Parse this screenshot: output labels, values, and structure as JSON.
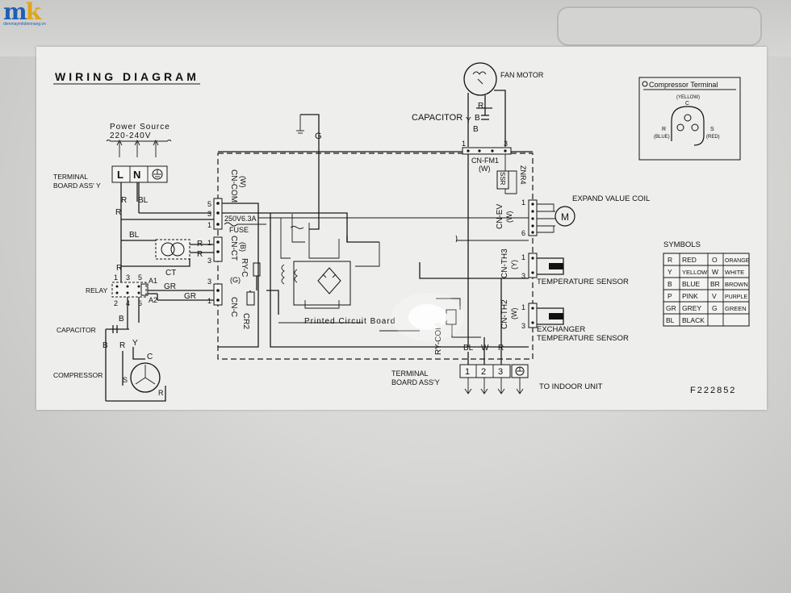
{
  "watermark": {
    "brand": "mk",
    "site": "dienmaymitdiennang.vn"
  },
  "diagram": {
    "title": "WIRING DIAGRAM",
    "power_source": {
      "label": "Power Source",
      "voltage": "220-240V"
    },
    "terminal_board_left": {
      "label_line1": "TERMINAL",
      "label_line2": "BOARD  ASS' Y",
      "terminals": [
        "L",
        "N"
      ]
    },
    "wire_codes": {
      "R": "R",
      "BL": "BL",
      "B": "B",
      "GR": "GR",
      "Y": "Y",
      "W": "W",
      "C": "C",
      "S": "S",
      "G": "G"
    },
    "connectors": {
      "cn_com": "CN-COM",
      "cn_com_color": "(W)",
      "cn_ct": "CN-CT",
      "cn_ct_color": "(B)",
      "cn_c": "CN-C",
      "cn_c_color": "(G)",
      "cn_fm1": "CN-FM1",
      "cn_fm1_color": "(W)",
      "cn_ev": "CN-EV",
      "cn_ev_color": "(W)",
      "cn_th3": "CN-TH3",
      "cn_th3_color": "(Y)",
      "cn_th2": "CN-TH2",
      "cn_th2_color": "(W)",
      "ry_c": "RY-C",
      "ry_com": "RY-COM",
      "cr2": "CR2",
      "ssr": "SSR",
      "znr4": "ZNR4"
    },
    "pins": {
      "p1": "1",
      "p2": "2",
      "p3": "3",
      "p4": "4",
      "p5": "5",
      "p6": "6"
    },
    "fuse": {
      "rating": "250V6.3A",
      "label": "FUSE"
    },
    "ct_label": "CT",
    "relay": {
      "label": "RELAY",
      "a1": "A1",
      "a2": "A2"
    },
    "capacitor_label": "CAPACITOR",
    "compressor_label": "COMPRESSOR",
    "pcb_label": "Printed Circuit Board",
    "fan_motor_label": "FAN MOTOR",
    "expand_valve_label": "EXPAND VALUE COIL",
    "motor_symbol": "M",
    "temperature_sensor_label": "TEMPERATURE SENSOR",
    "exchanger_sensor_label_line1": "EXCHANGER",
    "exchanger_sensor_label_line2": "TEMPERATURE SENSOR",
    "terminal_board_bottom": {
      "label_line1": "TERMINAL",
      "label_line2": "BOARD ASS'Y",
      "wires": [
        "BL",
        "W",
        "R"
      ],
      "terminals": [
        "1",
        "2",
        "3"
      ]
    },
    "to_indoor_label": "TO INDOOR UNIT",
    "model_code": "F222852",
    "compressor_terminal": {
      "title": "Compressor Terminal",
      "c_label": "C",
      "c_color": "(YELLOW)",
      "r_label": "R",
      "r_color": "(BLUE)",
      "s_label": "S",
      "s_color": "(RED)"
    },
    "symbols": {
      "title": "SYMBOLS",
      "rows": [
        {
          "code": "R",
          "name": "RED",
          "code2": "O",
          "name2": "ORANGE"
        },
        {
          "code": "Y",
          "name": "YELLOW",
          "code2": "W",
          "name2": "WHITE"
        },
        {
          "code": "B",
          "name": "BLUE",
          "code2": "BR",
          "name2": "BROWN"
        },
        {
          "code": "P",
          "name": "PINK",
          "code2": "V",
          "name2": "PURPLE"
        },
        {
          "code": "GR",
          "name": "GREY",
          "code2": "G",
          "name2": "GREEN"
        },
        {
          "code": "BL",
          "name": "BLACK",
          "code2": "",
          "name2": ""
        }
      ]
    }
  }
}
